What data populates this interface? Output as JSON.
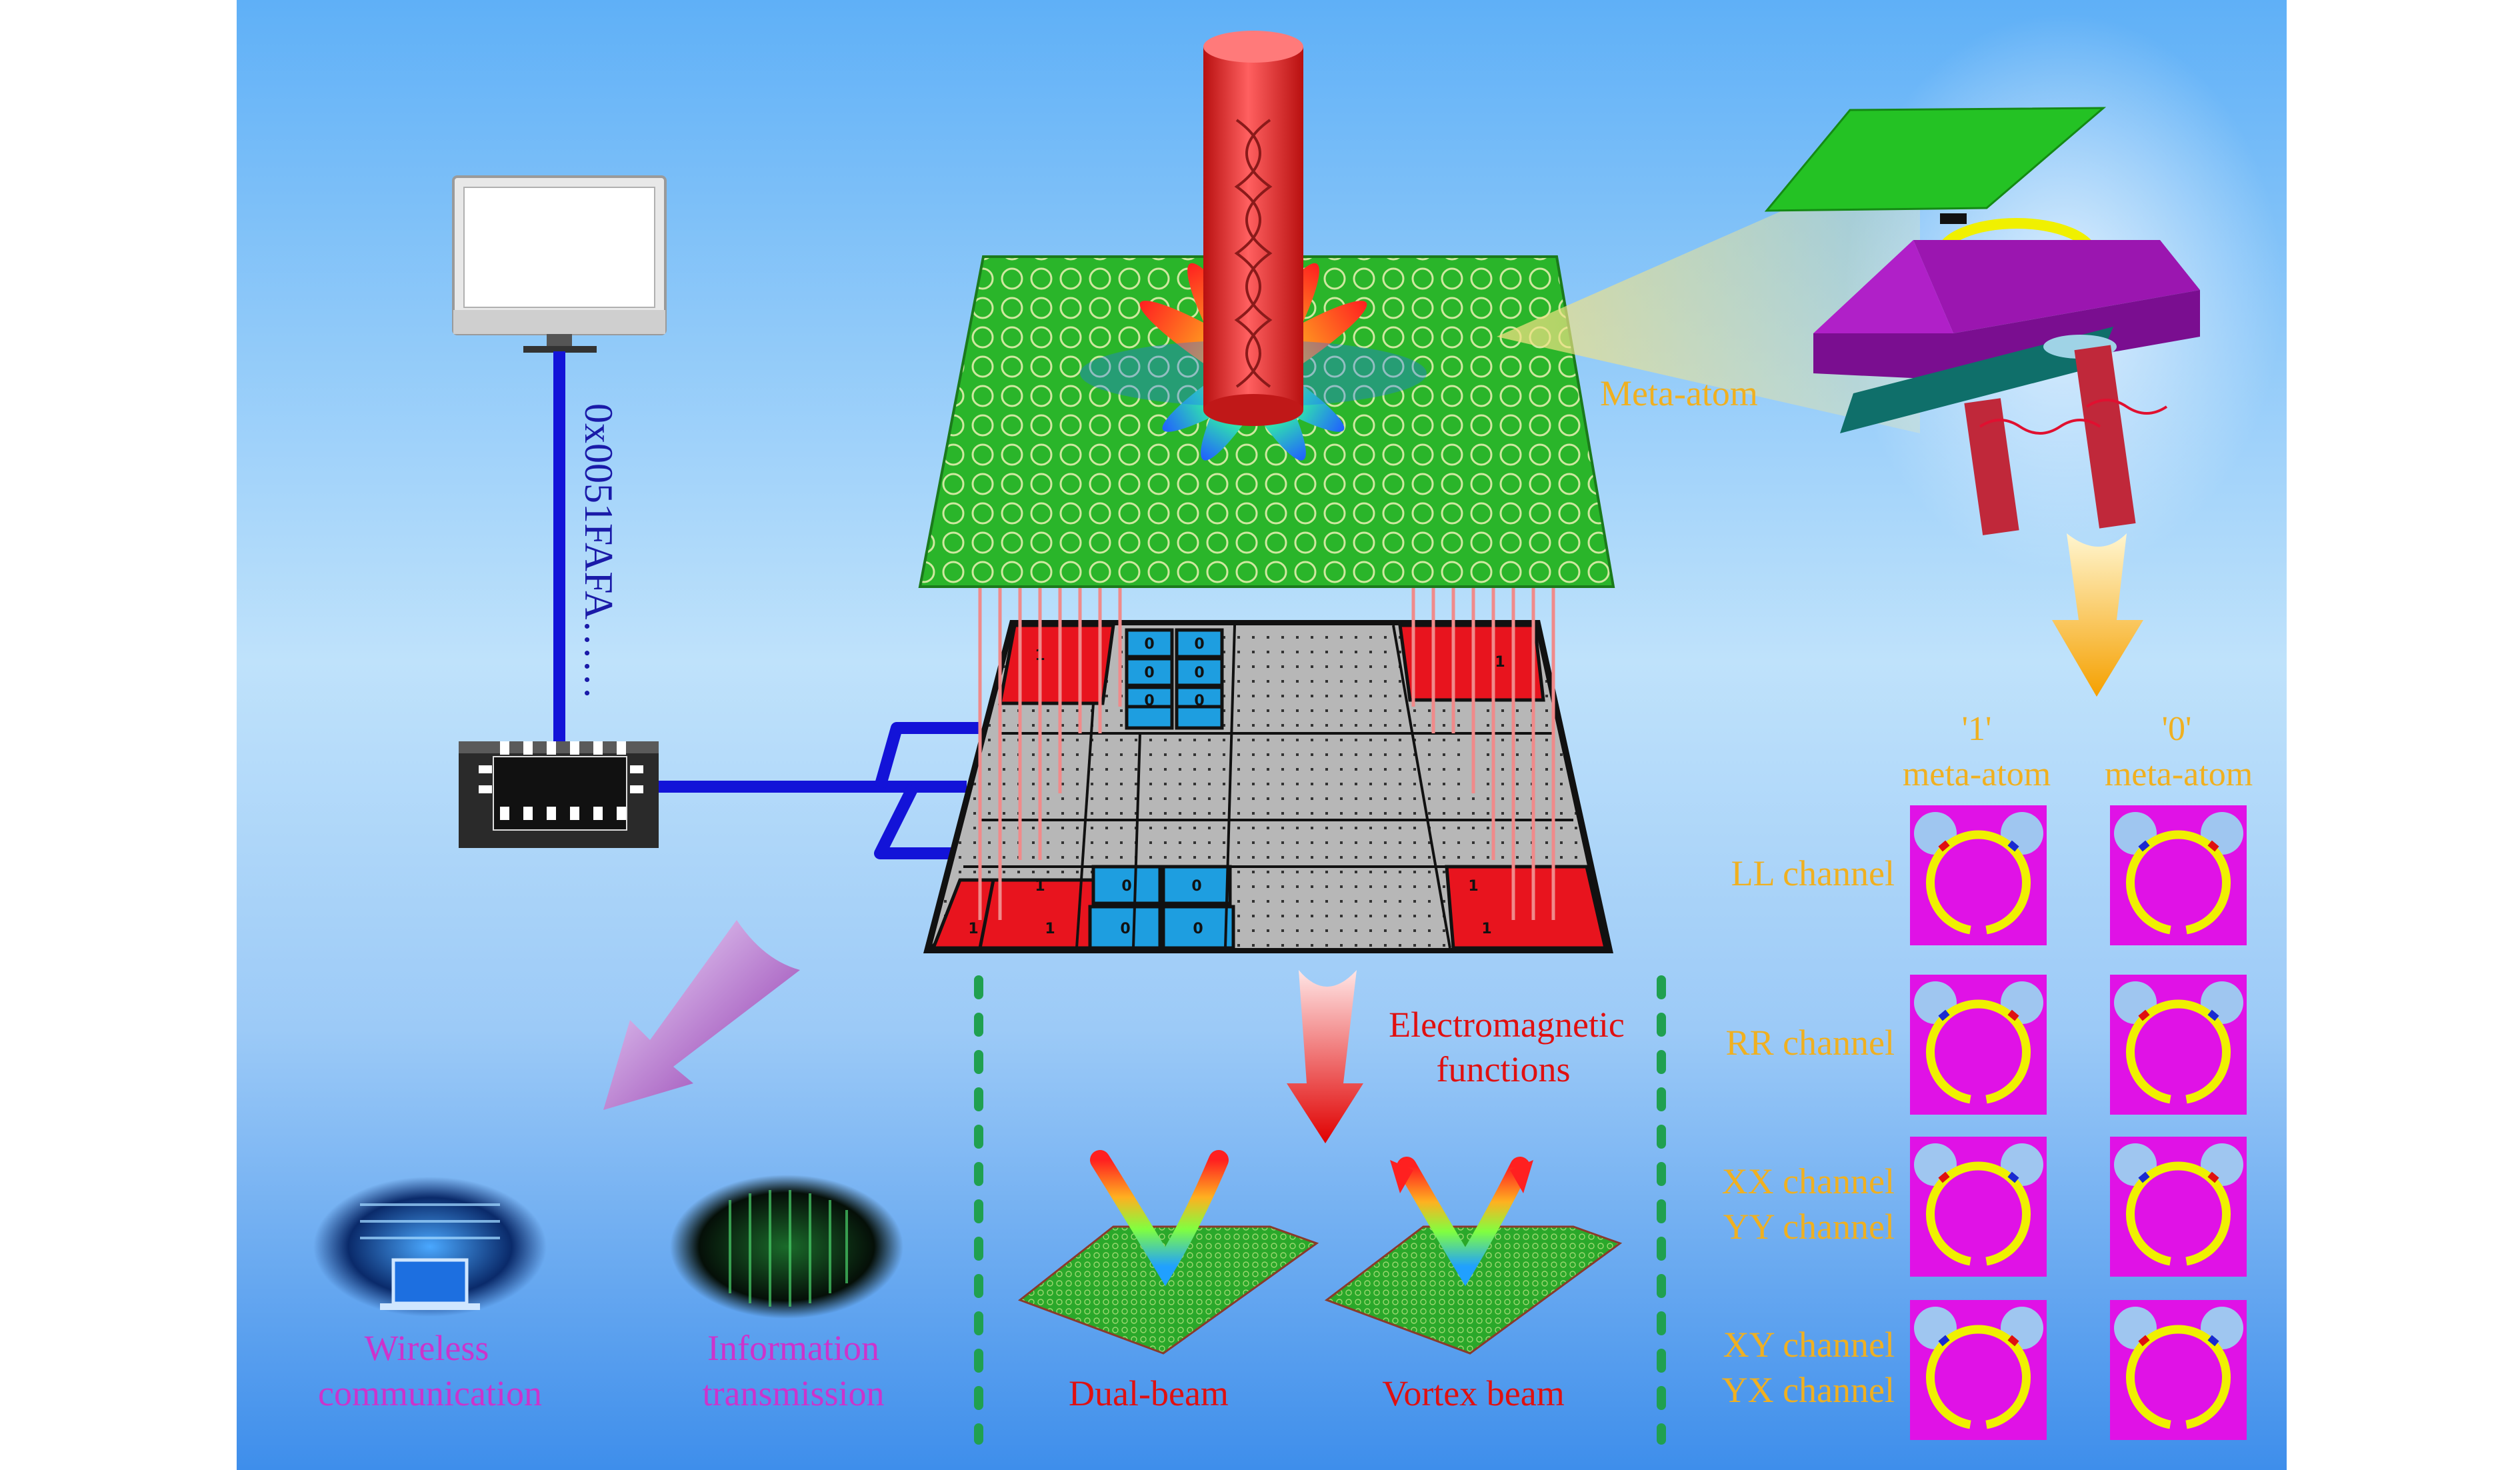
{
  "monitor_code": "0x0051FAFA……",
  "meta_atom_label": "Meta-atom",
  "state_one": {
    "quote": "'1'",
    "word": "meta-atom"
  },
  "state_zero": {
    "quote": "'0'",
    "word": "meta-atom"
  },
  "channels": {
    "ll": "LL channel",
    "rr": "RR channel",
    "xx": "XX channel",
    "yy": "YY channel",
    "xy": "XY channel",
    "yx": "YX channel"
  },
  "em_functions": {
    "line1": "Electromagnetic",
    "line2": "functions"
  },
  "applications": {
    "wireless": {
      "line1": "Wireless",
      "line2": "communication"
    },
    "information": {
      "line1": "Information",
      "line2": "transmission"
    }
  },
  "beams": {
    "dual": "Dual-beam",
    "vortex": "Vortex beam"
  },
  "cell_digits": {
    "one": "1",
    "zero": "0"
  },
  "colors": {
    "background_top": "#5fb0f5",
    "background_mid": "#bfe0fb",
    "background_bottom": "#3e8eeb",
    "label_orange": "#f0b020",
    "label_magenta": "#cc33cc",
    "label_red": "#e01010",
    "code_blue": "#1a1aa8",
    "metasurface_green": "#2ab52a",
    "coding_red": "#e8141e",
    "coding_cyan": "#1e9ee0",
    "atom_magenta": "#e012e6",
    "ring_yellow": "#f0f000"
  },
  "icons": [
    "monitor-icon",
    "chip-icon",
    "laser-beam-icon",
    "radiation-pattern-icon",
    "down-arrow-icon"
  ]
}
